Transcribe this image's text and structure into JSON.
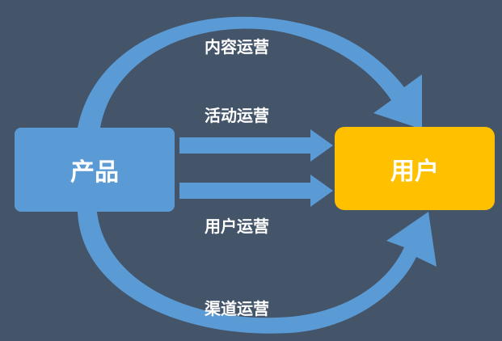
{
  "nodes": {
    "product": "产品",
    "user": "用户"
  },
  "flows": {
    "content": "内容运营",
    "activity": "活动运营",
    "user_ops": "用户运营",
    "channel": "渠道运营"
  },
  "colors": {
    "background": "#445469",
    "product_box": "#5b9bd5",
    "user_box": "#ffc000",
    "arrow": "#5b9bd5",
    "text": "#ffffff"
  }
}
